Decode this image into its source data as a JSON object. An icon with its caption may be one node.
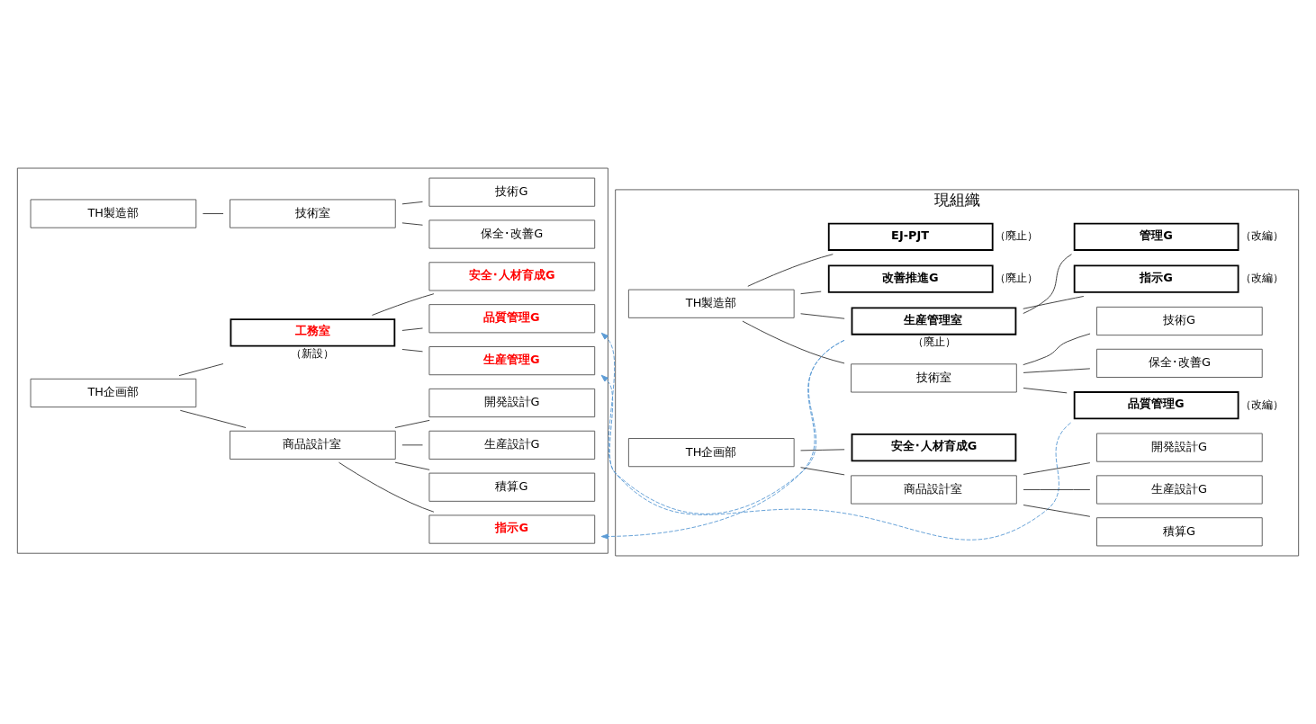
{
  "diagram": {
    "nodes": [
      {
        "text": [],
        "shape": "box"
      },
      {
        "text": [
          "TH企画部"
        ],
        "in": 0
      },
      {
        "text": [
          "工務室"
        ],
        "beside": [
          "（新設）"
        ],
        "in": 0
      },
      {
        "text": [
          "安全･人材育成G"
        ],
        "in": 0
      },
      {
        "text": [
          "品質管理G"
        ],
        "in": 0
      },
      {
        "text": [
          "生産管理G"
        ],
        "in": 0
      },
      {
        "text": [
          "商品設計室"
        ],
        "in": 0
      },
      {
        "text": [
          "開発設計G"
        ],
        "in": 0
      },
      {
        "text": [
          "生産設計G"
        ],
        "in": 0
      },
      {
        "text": [
          "積算G"
        ],
        "in": 0
      },
      {
        "text": [
          "指示G"
        ],
        "in": 0
      },
      {
        "text": [
          "TH製造部"
        ],
        "in": 0
      },
      {
        "text": [
          "技術室"
        ],
        "in": 0
      },
      {
        "text": [
          "技術G"
        ],
        "in": 0
      },
      {
        "text": [
          "保全･改善G"
        ],
        "in": 0
      },
      {
        "text": [
          "現組織"
        ]
      },
      {
        "text": [
          "TH企画部"
        ],
        "in": 15
      },
      {
        "text": [
          "安全･人材育成G"
        ],
        "in": 15
      },
      {
        "text": [
          "商品設計室"
        ],
        "in": 15
      },
      {
        "text": [
          "開発設計G"
        ],
        "in": 15
      },
      {
        "text": [
          "生産設計G"
        ],
        "in": 15
      },
      {
        "text": [
          "積算G"
        ],
        "in": 15
      },
      {
        "text": [
          "TH製造部"
        ],
        "in": 15
      },
      {
        "text": [
          "EJ-PJT"
        ],
        "beside": [
          "（廃止）"
        ],
        "in": 15
      },
      {
        "text": [
          "改善推進G"
        ],
        "beside": [
          "（廃止）"
        ],
        "in": 15
      },
      {
        "text": [
          "生産管理室"
        ],
        "beside": [
          "（廃止）"
        ],
        "in": 15
      },
      {
        "text": [
          "管理G"
        ],
        "beside": [
          "（改編）"
        ],
        "in": 15
      },
      {
        "text": [
          "指示G"
        ],
        "beside": [
          "（改編）"
        ],
        "in": 15
      },
      {
        "text": [
          "技術室"
        ],
        "in": 15
      },
      {
        "text": [
          "技術G"
        ],
        "in": 15
      },
      {
        "text": [
          "保全･改善G"
        ],
        "in": 15
      },
      {
        "text": [
          "品質管理G"
        ],
        "beside": [
          "（改編）"
        ],
        "in": 15
      }
    ],
    "edges": [
      {
        "from": 1,
        "to": 2,
        "arrow": "none"
      },
      {
        "from": 1,
        "to": 6,
        "arrow": "none"
      },
      {
        "from": 2,
        "to": 3,
        "arrow": "none"
      },
      {
        "from": 2,
        "to": 4,
        "arrow": "none"
      },
      {
        "from": 2,
        "to": 5,
        "arrow": "none"
      },
      {
        "from": 6,
        "to": 7,
        "arrow": "none"
      },
      {
        "from": 6,
        "to": 8,
        "arrow": "none"
      },
      {
        "from": 6,
        "to": 9,
        "arrow": "none"
      },
      {
        "from": 6,
        "to": 10,
        "arrow": "none"
      },
      {
        "from": 11,
        "to": 12,
        "arrow": "none"
      },
      {
        "from": 12,
        "to": 13,
        "arrow": "none"
      },
      {
        "from": 12,
        "to": 14,
        "arrow": "none"
      },
      {
        "from": 16,
        "to": 17,
        "arrow": "none"
      },
      {
        "from": 16,
        "to": 18,
        "arrow": "none"
      },
      {
        "from": 18,
        "to": 19,
        "arrow": "none"
      },
      {
        "from": 18,
        "to": 20,
        "arrow": "none"
      },
      {
        "from": 18,
        "to": 21,
        "arrow": "none"
      },
      {
        "from": 22,
        "to": 23,
        "arrow": "none"
      },
      {
        "from": 22,
        "to": 24,
        "arrow": "none"
      },
      {
        "from": 22,
        "to": 25,
        "arrow": "none"
      },
      {
        "from": 25,
        "to": 26,
        "arrow": "none"
      },
      {
        "from": 25,
        "to": 27,
        "arrow": "none"
      },
      {
        "from": 22,
        "to": 28,
        "arrow": "none"
      },
      {
        "from": 28,
        "to": 29,
        "arrow": "none"
      },
      {
        "from": 28,
        "to": 30,
        "arrow": "none"
      },
      {
        "from": 28,
        "to": 31,
        "arrow": "none"
      },
      {
        "from": 31,
        "to": 4,
        "arrow": "to",
        "style": "dashed",
        "color": "#5b9bd5"
      },
      {
        "from": 25,
        "to": 5,
        "arrow": "to",
        "style": "dashed",
        "color": "#5b9bd5"
      },
      {
        "from": 25,
        "to": 10,
        "arrow": "to",
        "style": "dashed",
        "color": "#5b9bd5"
      }
    ]
  }
}
